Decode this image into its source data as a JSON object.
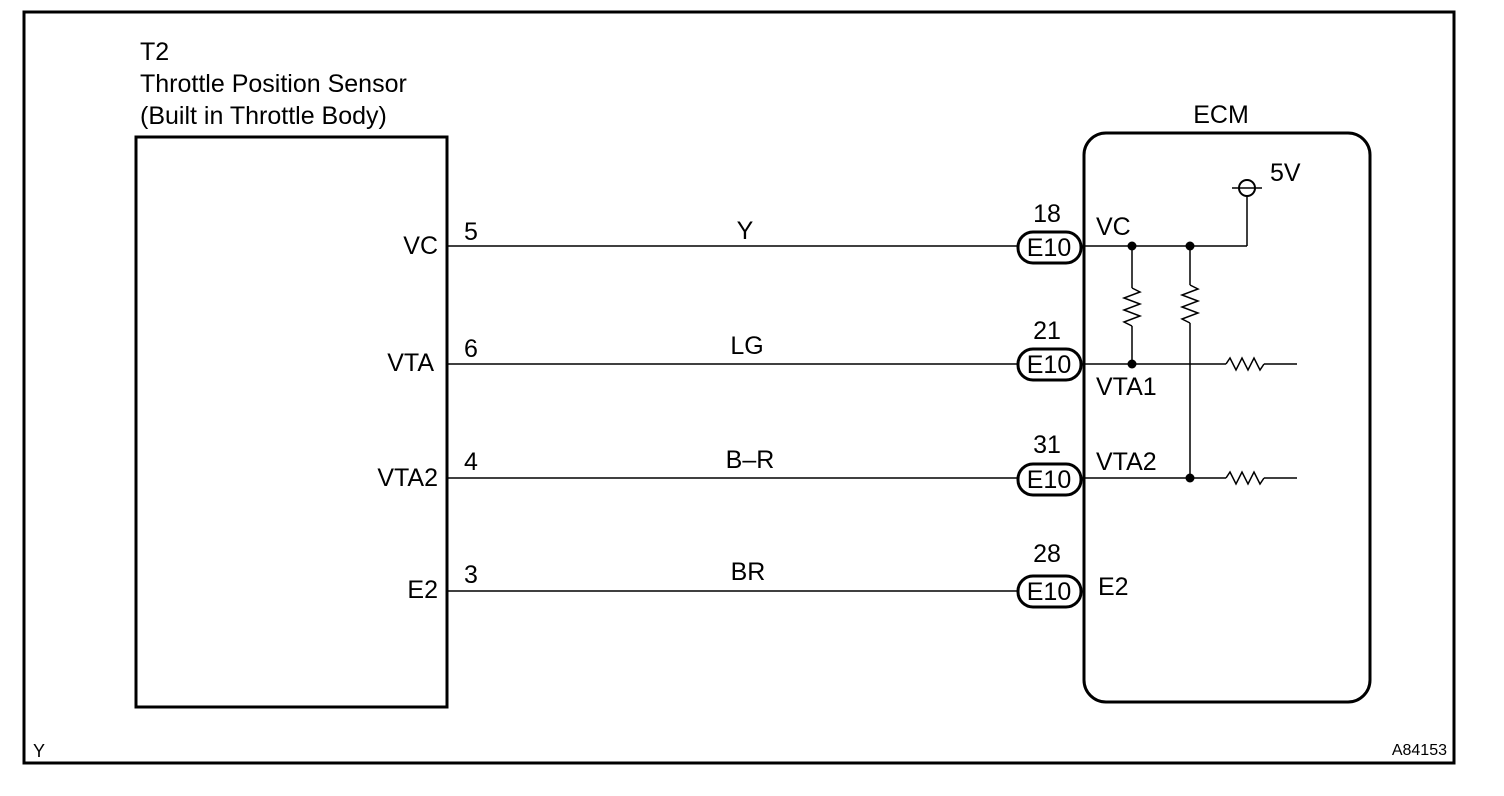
{
  "sensor": {
    "code": "T2",
    "name": "Throttle Position Sensor",
    "note": "(Built in Throttle Body)"
  },
  "ecm": {
    "title": "ECM",
    "supply": "5V"
  },
  "wires": [
    {
      "pin": "VC",
      "sensor_pin": "5",
      "color": "Y",
      "ecm_pin": "18",
      "connector": "E10",
      "ecm_label": "VC"
    },
    {
      "pin": "VTA",
      "sensor_pin": "6",
      "color": "LG",
      "ecm_pin": "21",
      "connector": "E10",
      "ecm_label": "VTA1"
    },
    {
      "pin": "VTA2",
      "sensor_pin": "4",
      "color": "B–R",
      "ecm_pin": "31",
      "connector": "E10",
      "ecm_label": "VTA2"
    },
    {
      "pin": "E2",
      "sensor_pin": "3",
      "color": "BR",
      "ecm_pin": "28",
      "connector": "E10",
      "ecm_label": "E2"
    }
  ],
  "footer": {
    "left": "Y",
    "figure_id": "A84153"
  }
}
